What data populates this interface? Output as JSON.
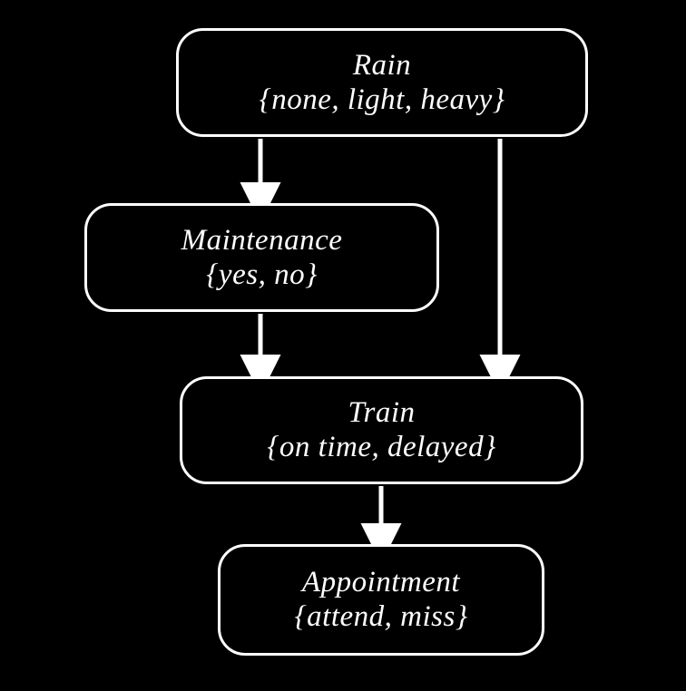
{
  "diagram": {
    "type": "bayesian-network",
    "title": "",
    "background_color": "#000000",
    "stroke_color": "#ffffff",
    "text_color": "#ffffff",
    "nodes": [
      {
        "id": "rain",
        "name": "Rain",
        "states": "{none, light, heavy}",
        "state_list": [
          "none",
          "light",
          "heavy"
        ]
      },
      {
        "id": "maintenance",
        "name": "Maintenance",
        "states": "{yes, no}",
        "state_list": [
          "yes",
          "no"
        ]
      },
      {
        "id": "train",
        "name": "Train",
        "states": "{on time, delayed}",
        "state_list": [
          "on time",
          "delayed"
        ]
      },
      {
        "id": "appointment",
        "name": "Appointment",
        "states": "{attend, miss}",
        "state_list": [
          "attend",
          "miss"
        ]
      }
    ],
    "edges": [
      {
        "id": "rain-to-maintenance",
        "from": "Rain",
        "to": "Maintenance"
      },
      {
        "id": "rain-to-train",
        "from": "Rain",
        "to": "Train"
      },
      {
        "id": "maintenance-to-train",
        "from": "Maintenance",
        "to": "Train"
      },
      {
        "id": "train-to-appointment",
        "from": "Train",
        "to": "Appointment"
      }
    ]
  }
}
